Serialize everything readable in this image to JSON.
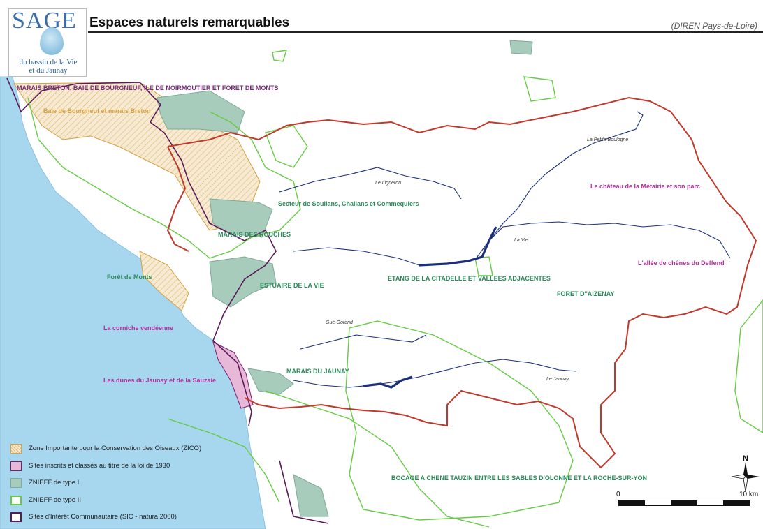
{
  "title": "Espaces naturels remarquables",
  "source": "(DIREN Pays-de-Loire)",
  "logo": {
    "brand": "SAGE",
    "line1": "du bassin de la Vie",
    "line2": "et du Jaunay"
  },
  "colors": {
    "sea": "#a7d6ef",
    "zico_fill": "#f6ead2",
    "zico_border": "#d4a040",
    "sites": "#e8b8d8",
    "sites_border": "#7a1a6a",
    "znieff1": "#a8ccbc",
    "znieff2": "#66cc44",
    "sic": "#5a1a5a",
    "basin": "#c0392b",
    "river": "#1c2f7a"
  },
  "map_labels": [
    {
      "text": "MARAIS BRETON, BAIE DE BOURGNEUF, ILE DE NOIRMOUTIER ET FORET DE MONTS",
      "style": "purple"
    },
    {
      "text": "Baie de Bourgneuf et marais Breton",
      "style": "orange"
    },
    {
      "text": "Secteur de Soullans, Challans et Commequiers",
      "style": "green"
    },
    {
      "text": "MARAIS DES ROUCHES",
      "style": "green"
    },
    {
      "text": "Forêt de Monts",
      "style": "green"
    },
    {
      "text": "ESTUAIRE DE LA VIE",
      "style": "green"
    },
    {
      "text": "ETANG DE LA CITADELLE ET VALLEES ADJACENTES",
      "style": "green"
    },
    {
      "text": "FORET D''AIZENAY",
      "style": "green"
    },
    {
      "text": "Le château de la Métairie et son parc",
      "style": "magenta"
    },
    {
      "text": "L'allée de chênes du Deffend",
      "style": "magenta"
    },
    {
      "text": "La corniche vendéenne",
      "style": "magenta"
    },
    {
      "text": "Les dunes du Jaunay et de la Sauzaie",
      "style": "magenta"
    },
    {
      "text": "MARAIS DU JAUNAY",
      "style": "green"
    },
    {
      "text": "BOCAGE A CHENE TAUZIN ENTRE LES SABLES D'OLONNE ET LA ROCHE-SUR-YON",
      "style": "green"
    }
  ],
  "river_labels": [
    {
      "text": "La Petite Boulogne"
    },
    {
      "text": "Le Ligneron"
    },
    {
      "text": "La Vie"
    },
    {
      "text": "Gué-Gorand"
    },
    {
      "text": "Le Jaunay"
    }
  ],
  "legend": [
    {
      "label": "Zone Importante pour la Conservation des Oiseaux (ZICO)",
      "swatch": "zico"
    },
    {
      "label": "Sites inscrits et classés au titre de la loi de 1930",
      "swatch": "sites"
    },
    {
      "label": "ZNIEFF de type I",
      "swatch": "z1"
    },
    {
      "label": "ZNIEFF de type II",
      "swatch": "z2"
    },
    {
      "label": "Sites d'Intérêt Communautaire (SIC - natura 2000)",
      "swatch": "sic"
    }
  ],
  "scale": {
    "zero": "0",
    "end": "10 km"
  },
  "compass": {
    "north": "N"
  }
}
